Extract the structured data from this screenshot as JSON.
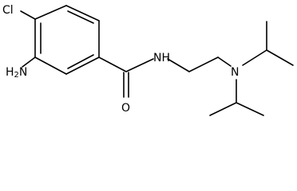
{
  "structure": {
    "atoms": {
      "chlorine": "Cl",
      "amine_n": "H",
      "amine_n_sub": "2",
      "amine_n_suffix": "N",
      "amide_n": "N",
      "amide_h": "H",
      "carbonyl_o": "O",
      "tertiary_n": "N"
    }
  }
}
